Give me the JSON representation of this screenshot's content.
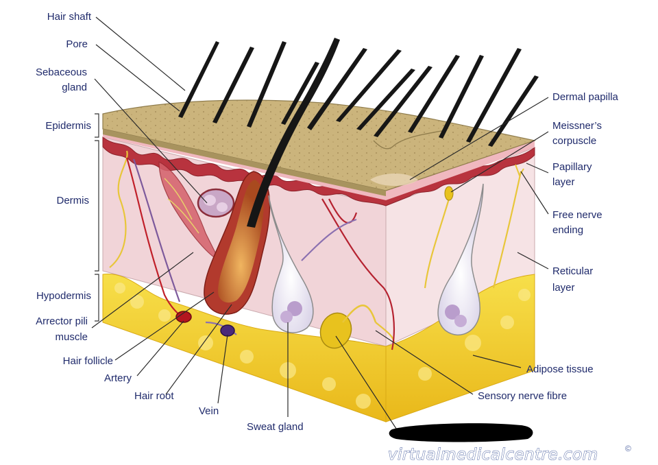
{
  "labels": {
    "hair_shaft": "Hair shaft",
    "pore": "Pore",
    "sebaceous_gland_1": "Sebaceous",
    "sebaceous_gland_2": "gland",
    "epidermis": "Epidermis",
    "dermis": "Dermis",
    "hypodermis": "Hypodermis",
    "arrector_pili_1": "Arrector pili",
    "arrector_pili_2": "muscle",
    "hair_follicle": "Hair follicle",
    "artery": "Artery",
    "hair_root": "Hair root",
    "vein": "Vein",
    "sweat_gland": "Sweat gland",
    "dermal_papilla": "Dermal papilla",
    "meissners_1": "Meissner’s",
    "meissners_2": "corpuscle",
    "papillary_1": "Papillary",
    "papillary_2": "layer",
    "free_nerve_1": "Free nerve",
    "free_nerve_2": "ending",
    "reticular_1": "Reticular",
    "reticular_2": "layer",
    "adipose_tissue": "Adipose tissue",
    "sensory_nerve_fibre": "Sensory nerve fibre"
  },
  "watermark": "virtualmedicalcentre.com",
  "watermark_symbol": "©",
  "colors": {
    "label_text": "#1f2a6b",
    "epidermis": "#c8b37a",
    "dermis": "#f3d9dc",
    "adipose": "#f2cf2a",
    "muscle": "#c9464f",
    "hair": "#1a1a1a",
    "follicle": "#d98b3a",
    "nerve": "#e8c63a",
    "redacted_bar": "#000000"
  }
}
